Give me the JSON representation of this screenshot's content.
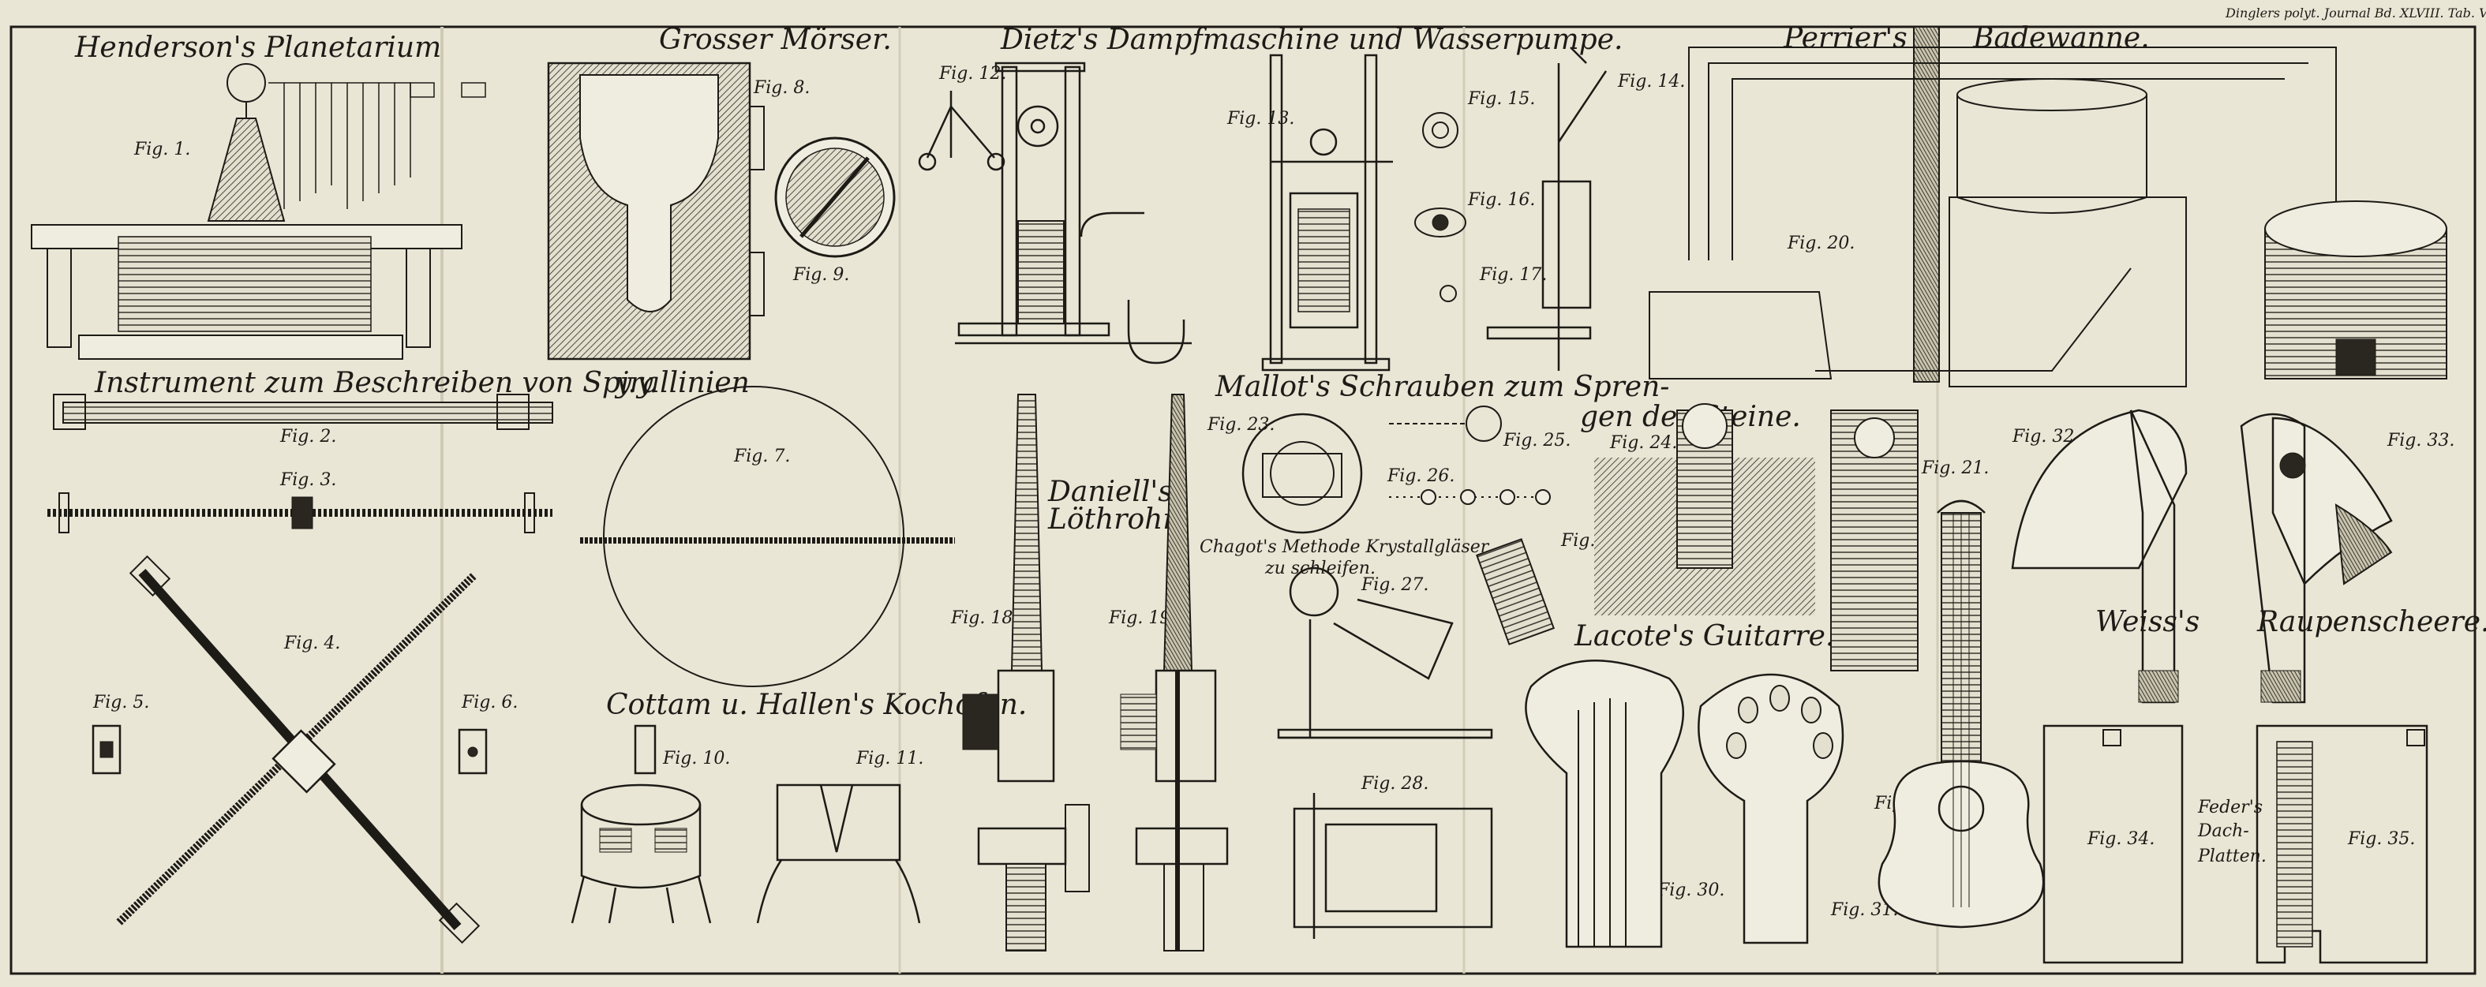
{
  "header": "Dinglers polyt. Journal Bd. XLVIII. Tab. V.",
  "titles": {
    "henderson": "Henderson's Planetarium",
    "moerser": "Grosser Mörser.",
    "dietz": "Dietz's Dampfmaschine und Wasserpumpe.",
    "perrier": "Perrier's",
    "badewanne": "Badewanne.",
    "spiral": "Instrument zum Beschreiben von Spirallinien",
    "mallot_a": "Mallot's Schrauben zum Spren-",
    "mallot_b": "gen der Steine.",
    "daniell_a": "Daniell's",
    "daniell_b": "Löthrohr.",
    "chagot_a": "Chagot's Methode Krystallgläser",
    "chagot_b": "zu schleifen.",
    "lacote": "Lacote's Guitarre.",
    "weiss": "Weiss's",
    "raupen": "Raupenscheere.",
    "cottam": "Cottam u. Hallen's Kochofen.",
    "feder_a": "Feder's",
    "feder_b": "Dach-",
    "feder_c": "Platten."
  },
  "figures": {
    "f1": "Fig. 1.",
    "f2": "Fig. 2.",
    "f3": "Fig. 3.",
    "f4": "Fig. 4.",
    "f5": "Fig. 5.",
    "f6": "Fig. 6.",
    "f7": "Fig. 7.",
    "f8": "Fig. 8.",
    "f9": "Fig. 9.",
    "f10": "Fig. 10.",
    "f11": "Fig. 11.",
    "f12": "Fig. 12.",
    "f13": "Fig. 13.",
    "f14": "Fig. 14.",
    "f15": "Fig. 15.",
    "f16": "Fig. 16.",
    "f17": "Fig. 17.",
    "f18": "Fig. 18.",
    "f19": "Fig. 19.",
    "f20": "Fig. 20.",
    "f21": "Fig. 21.",
    "f22": "Fig. 22.",
    "f23": "Fig. 23.",
    "f24": "Fig. 24.",
    "f25": "Fig. 25.",
    "f26": "Fig. 26.",
    "f27": "Fig. 27.",
    "f28": "Fig. 28.",
    "f29": "Fig. 29.",
    "f30": "Fig. 30.",
    "f31": "Fig. 31.",
    "f32": "Fig. 32.",
    "f33": "Fig. 33.",
    "f34": "Fig. 34.",
    "f35": "Fig. 35."
  }
}
